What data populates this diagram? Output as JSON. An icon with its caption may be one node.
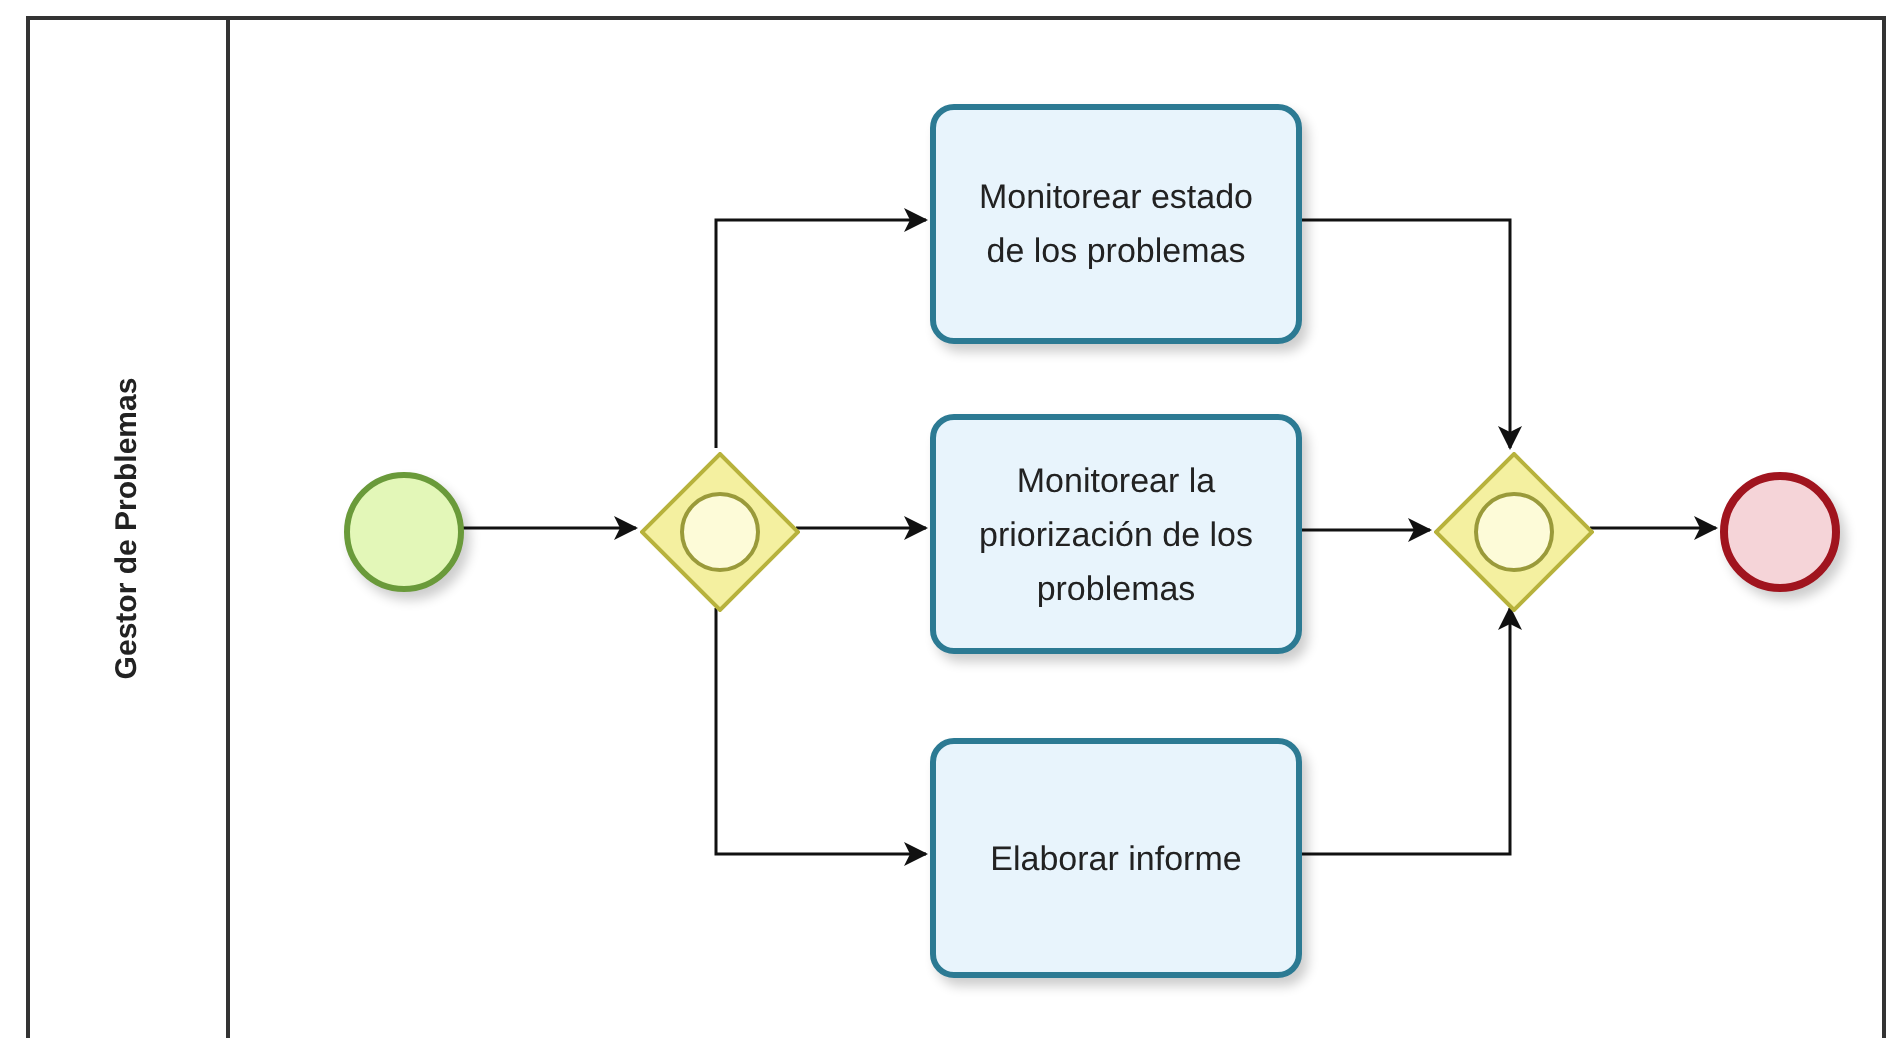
{
  "diagram": {
    "nodes": [
      {
        "text": [
          "Gestor de Problemas"
        ]
      },
      {
        "text": [],
        "shape": "circle",
        "in": 0
      },
      {
        "text": [],
        "shape": "diamond",
        "in": 0
      },
      {
        "text": [
          "Monitorear estado de los problemas"
        ],
        "in": 0
      },
      {
        "text": [
          "Monitorear la priorización de los problemas"
        ],
        "in": 0
      },
      {
        "text": [
          "Elaborar informe"
        ],
        "in": 0
      },
      {
        "text": [],
        "shape": "diamond",
        "in": 0
      },
      {
        "text": [],
        "shape": "circle",
        "in": 0
      }
    ],
    "edges": [
      {
        "from": 1,
        "to": 2,
        "arrow": "to"
      },
      {
        "from": 2,
        "to": 3,
        "arrow": "to"
      },
      {
        "from": 2,
        "to": 4,
        "arrow": "to"
      },
      {
        "from": 2,
        "to": 5,
        "arrow": "to"
      },
      {
        "from": 3,
        "to": 6,
        "arrow": "to"
      },
      {
        "from": 4,
        "to": 6,
        "arrow": "to"
      },
      {
        "from": 5,
        "to": 6,
        "arrow": "to"
      },
      {
        "from": 6,
        "to": 7,
        "arrow": "to"
      }
    ]
  }
}
